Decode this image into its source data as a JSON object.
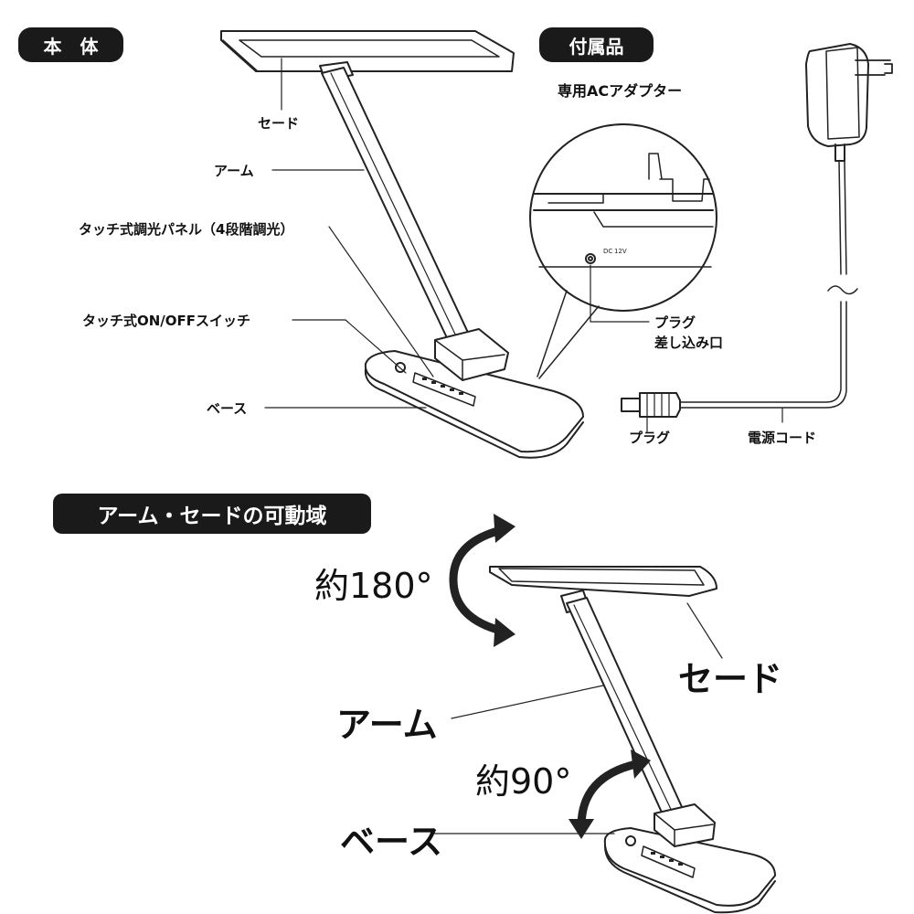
{
  "main_section": {
    "title": "本　体"
  },
  "accessory_section": {
    "title": "付属品",
    "item": "専用ACアダプター"
  },
  "motion_section": {
    "title": "アーム・セードの可動域"
  },
  "parts": {
    "shade": "セード",
    "arm": "アーム",
    "dimmer_panel": "タッチ式調光パネル（4段階調光）",
    "switch": "タッチ式ON/OFFスイッチ",
    "base": "ベース"
  },
  "adapter": {
    "jack_line1": "プラグ",
    "jack_line2": "差し込み口",
    "plug": "プラグ",
    "cord": "電源コード",
    "jack_marking_dc": "DC",
    "jack_marking_12v": "12V"
  },
  "motion": {
    "shade_angle": "約180°",
    "arm_angle": "約90°",
    "shade": "セード",
    "arm": "アーム",
    "base": "ベース"
  },
  "colors": {
    "pill_bg": "#1a1a1a",
    "line": "#222222"
  }
}
